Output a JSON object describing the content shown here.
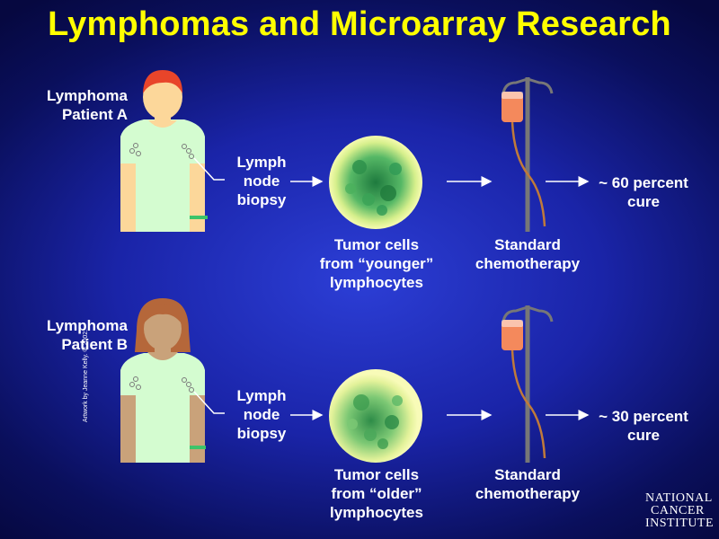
{
  "title": "Lymphomas and Microarray Research",
  "rows": [
    {
      "patient_line1": "Lymphoma",
      "patient_line2": "Patient A",
      "biopsy": [
        "Lymph",
        "node",
        "biopsy"
      ],
      "tumor": [
        "Tumor cells",
        "from “younger”",
        "lymphocytes"
      ],
      "chemo": [
        "Standard",
        "chemotherapy"
      ],
      "outcome": [
        "~ 60 percent",
        "cure"
      ],
      "hair_color": "#e8452a"
    },
    {
      "patient_line1": "Lymphoma",
      "patient_line2": "Patient B",
      "biopsy": [
        "Lymph",
        "node",
        "biopsy"
      ],
      "tumor": [
        "Tumor cells",
        "from “older”",
        "lymphocytes"
      ],
      "chemo": [
        "Standard",
        "chemotherapy"
      ],
      "outcome": [
        "~ 30 percent",
        "cure"
      ],
      "hair_color": "#b5673a"
    }
  ],
  "credit": "Artwork by Jeanne Kelly. © 2002.",
  "logo": [
    "NATIONAL",
    "CANCER",
    "INSTITUTE"
  ],
  "colors": {
    "title": "#ffff00",
    "gown": "#d4fcd0",
    "skin": "#fcd79a",
    "skin_b": "#c9a27a",
    "bag": "#f4895c",
    "pole": "#777777",
    "tube": "#c07a3a",
    "cells_dark": "#2f9a55",
    "cells_light": "#f0f79a"
  },
  "icons": [
    "patient-figure",
    "tumor-cells-circle",
    "iv-drip-pole",
    "arrow-right"
  ]
}
